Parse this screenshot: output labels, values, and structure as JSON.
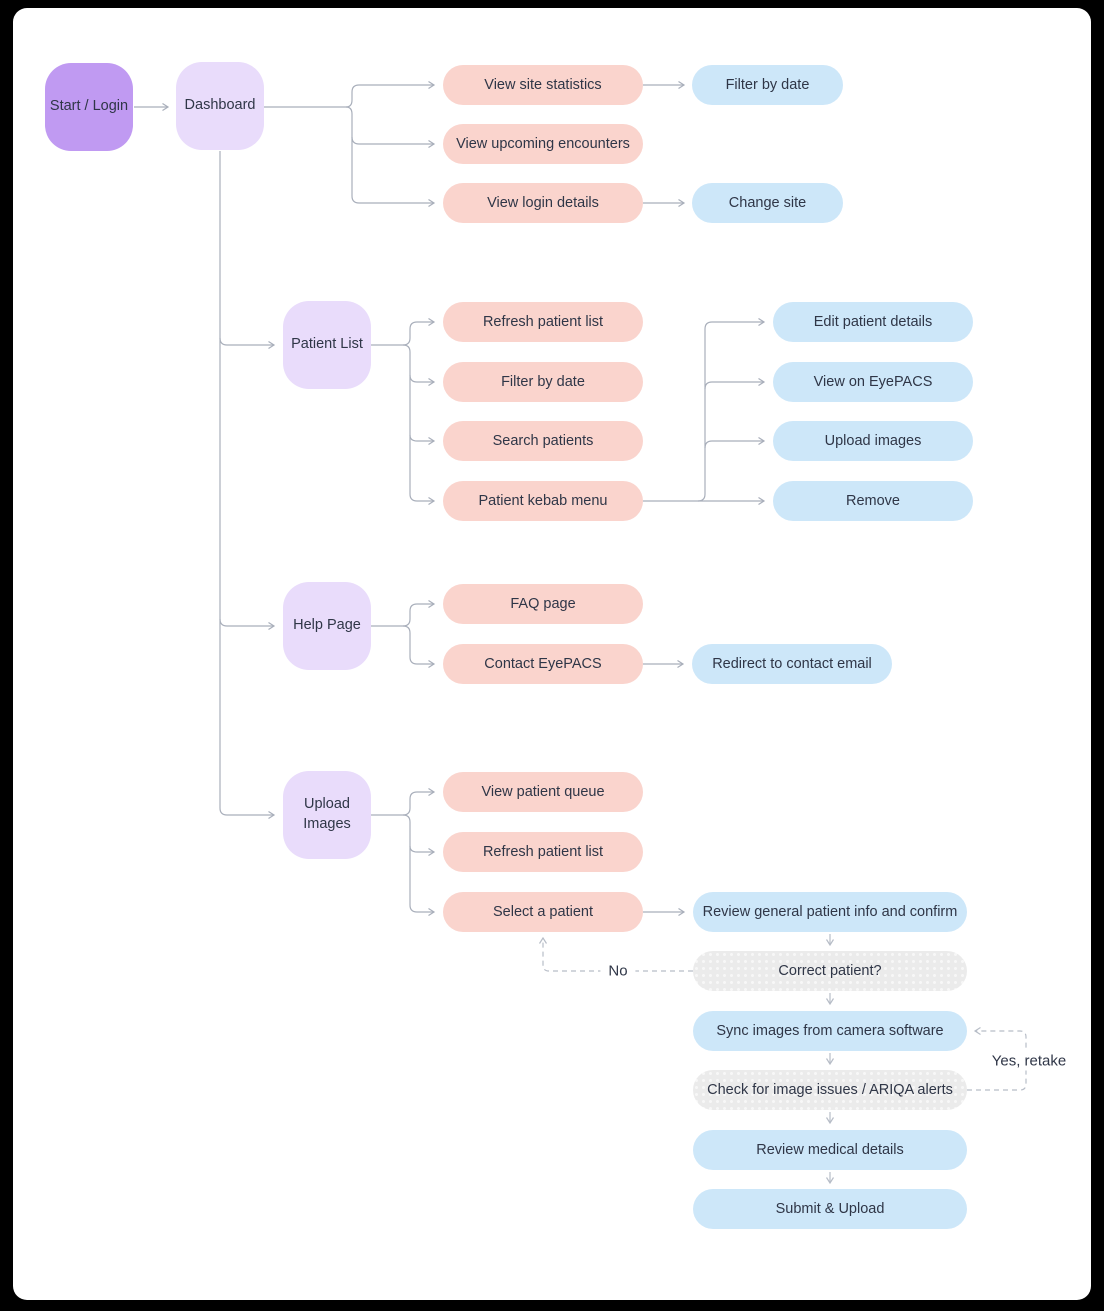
{
  "diagram": {
    "nodes": {
      "start_login": {
        "label": "Start / Login",
        "type": "start"
      },
      "dashboard": {
        "label": "Dashboard",
        "type": "page"
      },
      "view_site_statistics": {
        "label": "View site statistics",
        "type": "action"
      },
      "filter_by_date_dashboard": {
        "label": "Filter by date",
        "type": "subaction"
      },
      "view_upcoming_encounters": {
        "label": "View upcoming encounters",
        "type": "action"
      },
      "view_login_details": {
        "label": "View login details",
        "type": "action"
      },
      "change_site": {
        "label": "Change site",
        "type": "subaction"
      },
      "patient_list": {
        "label": "Patient List",
        "type": "page"
      },
      "refresh_patient_list": {
        "label": "Refresh patient list",
        "type": "action"
      },
      "filter_by_date_patient_list": {
        "label": "Filter by date",
        "type": "action"
      },
      "search_patients": {
        "label": "Search patients",
        "type": "action"
      },
      "patient_kebab_menu": {
        "label": "Patient kebab menu",
        "type": "action"
      },
      "edit_patient_details": {
        "label": "Edit patient details",
        "type": "subaction"
      },
      "view_on_eyepacs": {
        "label": "View on EyePACS",
        "type": "subaction"
      },
      "upload_images_menu_item": {
        "label": "Upload images",
        "type": "subaction"
      },
      "remove": {
        "label": "Remove",
        "type": "subaction"
      },
      "help_page": {
        "label": "Help Page",
        "type": "page"
      },
      "faq_page": {
        "label": "FAQ page",
        "type": "action"
      },
      "contact_eyepacs": {
        "label": "Contact EyePACS",
        "type": "action"
      },
      "redirect_to_contact_email": {
        "label": "Redirect to contact email",
        "type": "subaction"
      },
      "upload_images": {
        "label": "Upload Images",
        "type": "page"
      },
      "view_patient_queue": {
        "label": "View patient queue",
        "type": "action"
      },
      "refresh_patient_list_2": {
        "label": "Refresh patient list",
        "type": "action"
      },
      "select_a_patient": {
        "label": "Select a patient",
        "type": "action"
      },
      "review_general_info": {
        "label": "Review general patient info and confirm",
        "type": "subaction"
      },
      "correct_patient": {
        "label": "Correct patient?",
        "type": "decision"
      },
      "sync_images": {
        "label": "Sync images from camera software",
        "type": "subaction"
      },
      "check_image_issues": {
        "label": "Check for image issues / ARIQA alerts",
        "type": "decision"
      },
      "review_medical_details": {
        "label": "Review medical details",
        "type": "subaction"
      },
      "submit_upload": {
        "label": "Submit & Upload",
        "type": "subaction"
      }
    },
    "edge_labels": {
      "no": "No",
      "yes_retake": "Yes, retake"
    },
    "colors": {
      "primary": "#c09af2",
      "secondary": "#e9dcfb",
      "action": "#fad4cd",
      "subaction": "#cde7f9",
      "decision": "#ebebeb",
      "connector": "#a9afbb",
      "connector_dashed": "#b7bdc7",
      "text": "#2f3647",
      "card_bg": "#ffffff",
      "frame_bg": "#000000"
    }
  }
}
